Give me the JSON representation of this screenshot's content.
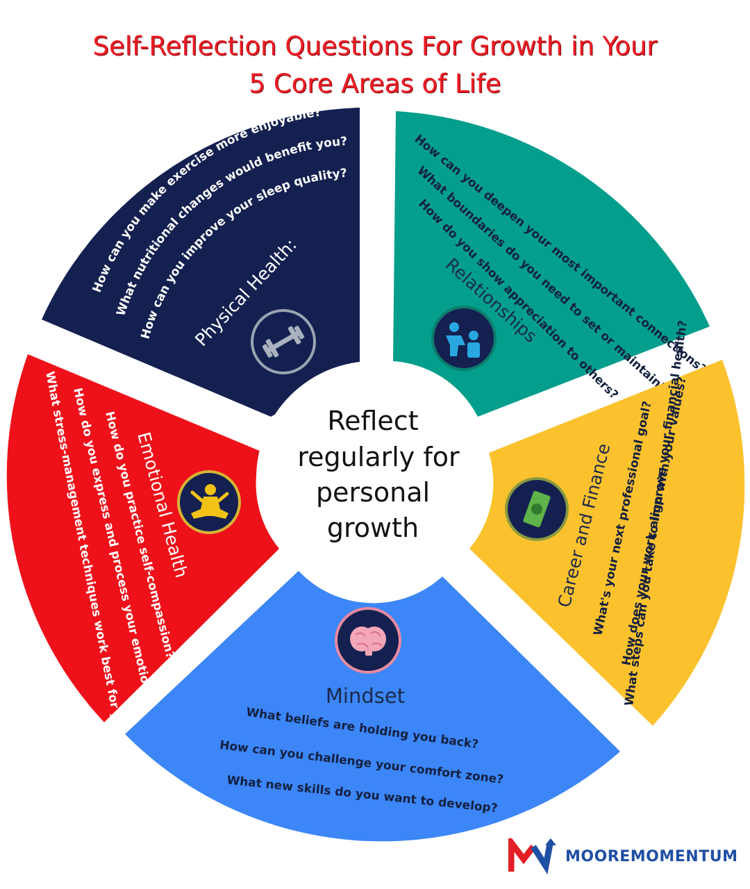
{
  "title": {
    "line1": "Self-Reflection Questions For Growth in Your",
    "line2": "5 Core Areas of Life"
  },
  "center": {
    "lines": [
      "Reflect",
      "regularly for",
      "personal",
      "growth"
    ]
  },
  "segments": [
    {
      "id": "physical-health",
      "color": "#142050",
      "label_color": "#ffffff",
      "text_color": "#ffffff",
      "icon": "dumbbell-icon",
      "label": "Physical Health:",
      "questions": [
        "How can you make exercise more enjoyable?",
        "What nutritional changes would benefit you?",
        "How can you improve your sleep quality?"
      ]
    },
    {
      "id": "relationships",
      "color": "#049e8c",
      "label_color": "#1c2a4a",
      "text_color": "#14203f",
      "icon": "people-icon",
      "label": "Relationships",
      "questions": [
        "How can you deepen your most important connections?",
        "What boundaries do you need to set or maintain?",
        "How do you show appreciation to others?"
      ]
    },
    {
      "id": "career-finance",
      "color": "#fbc22e",
      "label_color": "#1c2a4a",
      "text_color": "#14203f",
      "icon": "money-icon",
      "label": "Career and Finance",
      "questions": [
        "What's your next professional goal?",
        "How does your work align with your values?",
        "What steps can you take to improve your financial health?"
      ]
    },
    {
      "id": "mindset",
      "color": "#3c86f8",
      "label_color": "#1c2a4a",
      "text_color": "#14203f",
      "icon": "brain-icon",
      "label": "Mindset",
      "questions": [
        "What beliefs are holding you back?",
        "How can you challenge your comfort zone?",
        "What new skills do you want to develop?"
      ]
    },
    {
      "id": "emotional-health",
      "color": "#ee1119",
      "label_color": "#ffffff",
      "text_color": "#ffffff",
      "icon": "meditation-icon",
      "label": "Emotional Health",
      "questions": [
        "How do you practice self-compassion?",
        "How do you express and process your emotions?",
        "What stress-management techniques work best for you?"
      ]
    }
  ],
  "brand": {
    "name": "MOOREMOMENTUM",
    "logo_icon": "moore-momentum-logo"
  }
}
